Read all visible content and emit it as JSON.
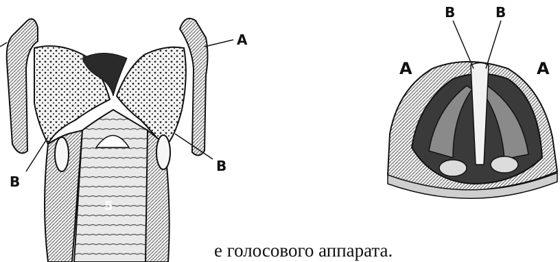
{
  "figure": {
    "labels": {
      "left_A": "A",
      "left_B_lower_left": "B",
      "left_B_lower_right": "B",
      "left_digit": "5",
      "right_B_left": "B",
      "right_B_right": "B",
      "right_A_left": "A",
      "right_A_right": "A"
    },
    "caption": "е голосового аппарата."
  }
}
